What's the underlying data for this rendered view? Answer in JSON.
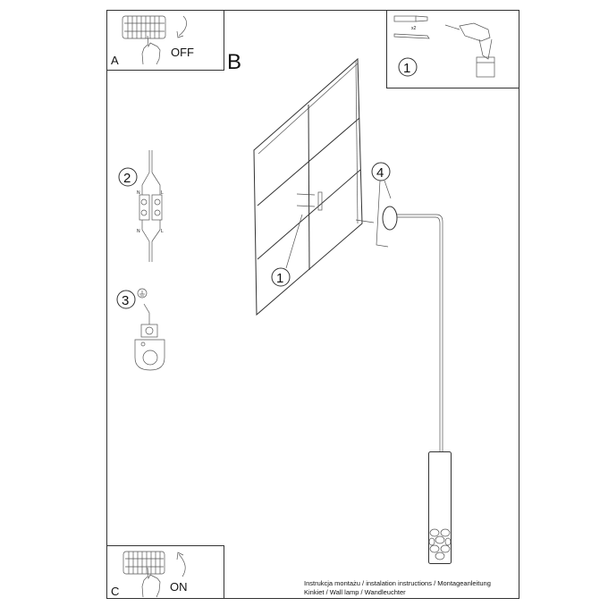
{
  "panel_a": {
    "letter": "A",
    "action": "OFF",
    "icon": "circuit-breaker-hand-down-icon"
  },
  "panel_b": {
    "letter": "B"
  },
  "panel_c": {
    "letter": "C",
    "action": "ON",
    "icon": "circuit-breaker-hand-up-icon"
  },
  "tools": {
    "step": "1",
    "quantity": "x2",
    "icons": [
      "wall-plug-icon",
      "screw-icon",
      "drill-icon"
    ]
  },
  "steps": {
    "wall_step": "1",
    "wiring_step": "2",
    "ground_step": "3",
    "mount_step": "4",
    "neutral_label": "N",
    "live_label": "L"
  },
  "footer": {
    "line1": "Instrukcja montażu / instalation instructions / Montageanleitung",
    "line2": "Kinkiet / Wall lamp / Wandleuchter"
  }
}
